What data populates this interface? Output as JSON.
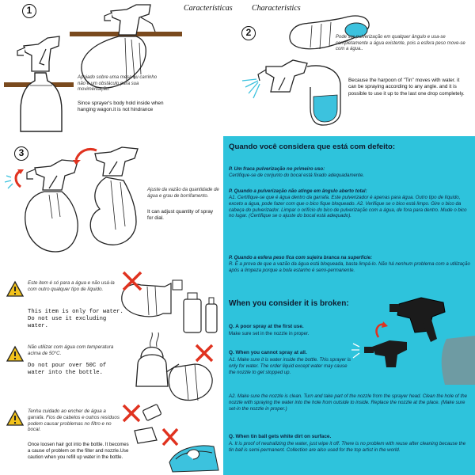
{
  "header": {
    "title_pt": "Características",
    "title_en": "Characteristics"
  },
  "steps": [
    {
      "number": "1",
      "text_pt": "Apoiado sobre uma mesa ou carrinho não é um obstáculo para sua movimentação.",
      "text_en": "Since sprayer's body hold inside when hanging wagon.it is not hindrance"
    },
    {
      "number": "2",
      "text_pt": "Pode ser pulverização em qualquer ângulo e usa-se completamente a água existente, pois a esfera peso move-se com a água..",
      "text_en": "Because the harpoon of \"Tin\" moves with water. it can be spraying according to any angle. and it is possible to use it up to the last one drop completely."
    },
    {
      "number": "3",
      "text_pt": "Ajuste da vazão da quantidade de água e grau de borrifamento.",
      "text_en": "It can adjust quantity of spray for dial."
    }
  ],
  "warnings": [
    {
      "text_pt": "Este item é só para a água e não usá-la com outro qualquer tipo de líquido.",
      "text_en": "This item is only for water. Do not use it excluding water."
    },
    {
      "text_pt": "Não utilizar com água com temperatura acima de 50°C.",
      "text_en": "Do not pour over 50C of water into the bottle."
    },
    {
      "text_pt": "Tenha cuidado ao encher de água a garrafa. Fios de cabelos e outros resíduos podem causar problemas no filtro e no bocal.",
      "text_en": "Once loosen hair got into the bottle. It becomes a cause of problem on the filter and nozzle.Use caution when you refill up water in the bottle."
    }
  ],
  "panel": {
    "title_pt": "Quando você considera que está com defeito:",
    "pt_items": [
      {
        "q": "P. Um fraca pulverização no primeiro uso:",
        "a": "Certifique-se de conjunto do bocal está fixado adequadamente."
      },
      {
        "q": "P. Quando a pulverização não atinge em ângulo aberto total:",
        "a": "A1. Certifique-se que é água dentro da garrafa. Este pulverizador é apenas para água. Outro tipo de líquido, exceto a água, pode fazer com que o bico fique bloqueado. A2. Verifique se o bico está limpo. Gire o bico da cabeça do pulverizador. Limpar o orifício do bico de pulverização com a água, de fora para dentro. Mude o bico no lugar. (Certifique se o ajuste do bocal está adequado)."
      },
      {
        "q": "P. Quando a esfera peso fica com sujeira branca na superfície:",
        "a": "R. É a prova de que a vazão da água está bloqueada, basta limpá-lo. Não há nenhum problema com a utilização após a limpeza porque a bola estanho é semi-permanente."
      }
    ],
    "title_en": "When you consider it is broken:",
    "en_items": [
      {
        "q": "Q. A poor spray at the first use.",
        "a": "Make sure set in the nozzle in proper."
      },
      {
        "q": "Q. When you cannot spray at all.",
        "a": "A1. Make sure it is water inside the bottle. This sprayer is only for water. The order liquid except water may cause the nozzle to get stopped up."
      },
      {
        "q": "",
        "a": "A2. Make sure the nozzle is clean. Turn and take part of the nozzle from the sprayer head. Clean the hole of the nozzle with spraying the water into the hole from outside to inside. Replace the nozzle at the place. (Make sure set-in the nozzle in proper.)"
      },
      {
        "q": "Q. When tin ball gets white dirt on surface.",
        "a": "A. It is proof of neutralizing the water, just wipe it off. There is no problem with reuse after cleaning because the tin ball is semi-permanent. Collection are also used for the top artist in the world."
      }
    ]
  },
  "colors": {
    "panel_bg": "#2ec3dc",
    "water": "#3cc2de",
    "table": "#7a4a1e",
    "warning": "#f2c21b",
    "cross": "#e0321f",
    "arrow": "#e0321f"
  }
}
